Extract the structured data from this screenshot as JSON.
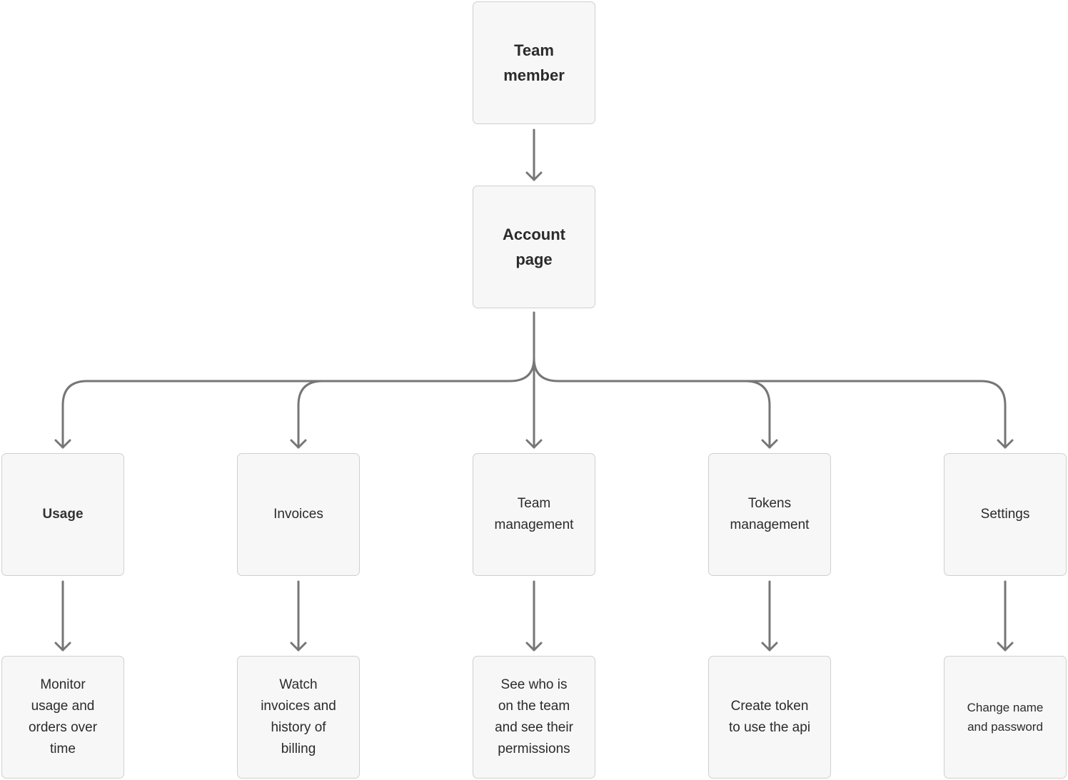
{
  "nodes": {
    "team_member": "Team\nmember",
    "account_page": "Account\npage",
    "usage": "Usage",
    "invoices": "Invoices",
    "team_management": "Team\nmanagement",
    "tokens_management": "Tokens\nmanagement",
    "settings": "Settings",
    "usage_desc": "Monitor\nusage and\norders over\ntime",
    "invoices_desc": "Watch\ninvoices and\nhistory of\nbilling",
    "team_desc": "See who is\non the team\nand see their\npermissions",
    "tokens_desc": "Create token\nto use the api",
    "settings_desc": "Change name\nand password"
  },
  "colors": {
    "box_fill": "#f7f7f7",
    "box_border": "#cfcfcf",
    "connector": "#767676",
    "text": "#2b2b2b"
  }
}
